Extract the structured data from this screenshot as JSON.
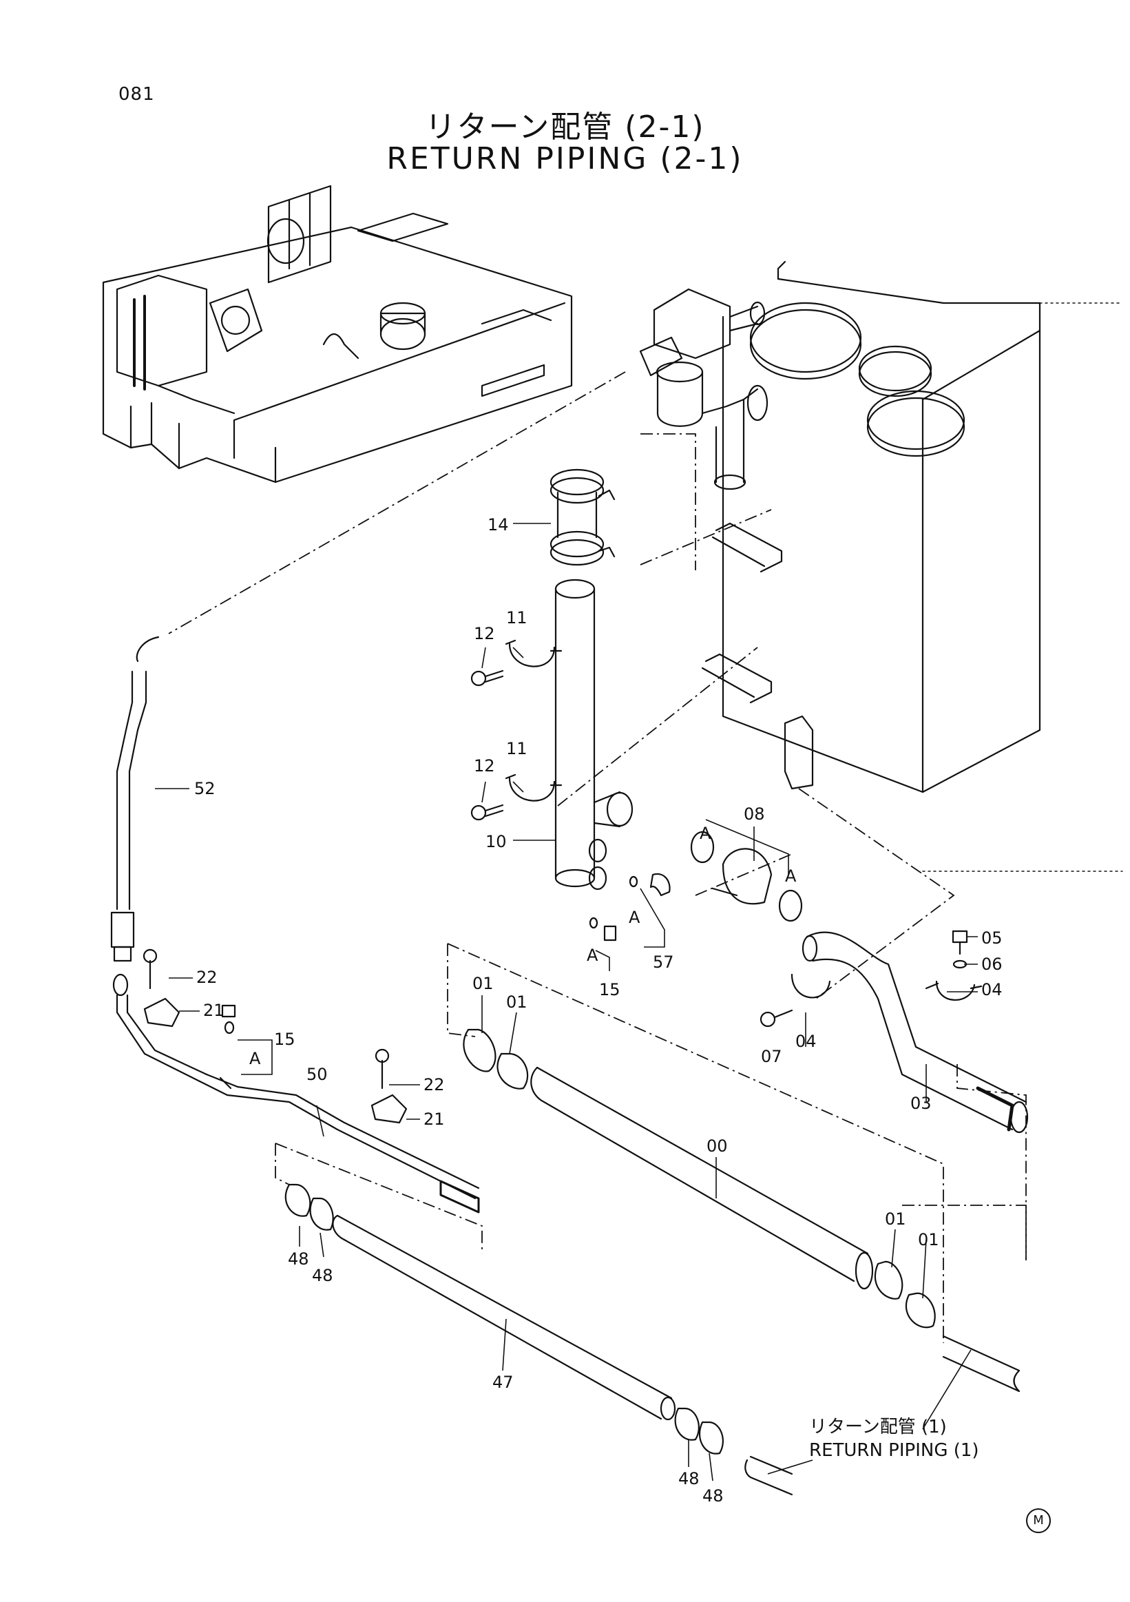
{
  "page": {
    "number": "081",
    "title_jp": "リターン配管 (2-1)",
    "title_en": "RETURN PIPING (2-1)"
  },
  "reference": {
    "text_jp": "リターン配管 (1)",
    "text_en": "RETURN PIPING (1)"
  },
  "marker": "M",
  "callouts": {
    "c14": "14",
    "c12a": "12",
    "c11a": "11",
    "c12b": "12",
    "c11b": "11",
    "c10": "10",
    "c08": "08",
    "cA1": "A",
    "cA2": "A",
    "cA3": "A",
    "cA4": "A",
    "c57": "57",
    "c15a": "15",
    "c05": "05",
    "c06": "06",
    "c04a": "04",
    "c04b": "04",
    "c07": "07",
    "c03": "03",
    "c52": "52",
    "c22a": "22",
    "c21a": "21",
    "c15b": "15",
    "cA5": "A",
    "c50": "50",
    "c22b": "22",
    "c21b": "21",
    "c01a": "01",
    "c01b": "01",
    "c00": "00",
    "c01c": "01",
    "c01d": "01",
    "c48a": "48",
    "c48b": "48",
    "c47": "47",
    "c48c": "48",
    "c48d": "48"
  }
}
